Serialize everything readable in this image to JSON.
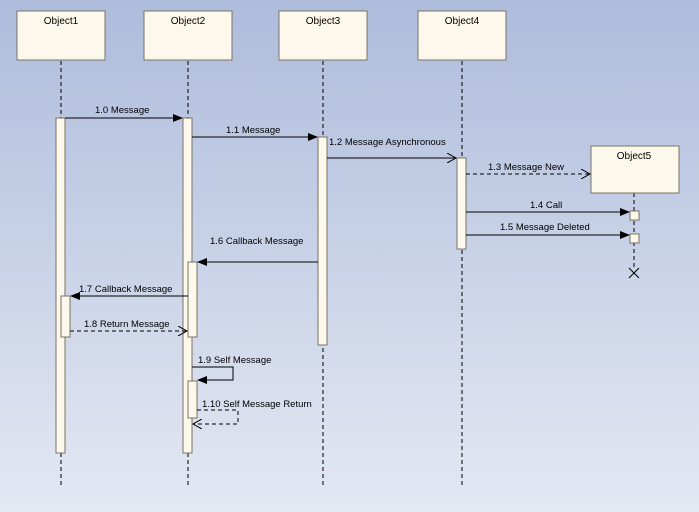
{
  "objects": [
    {
      "name": "Object1"
    },
    {
      "name": "Object2"
    },
    {
      "name": "Object3"
    },
    {
      "name": "Object4"
    },
    {
      "name": "Object5"
    }
  ],
  "messages": [
    {
      "label": "1.0 Message"
    },
    {
      "label": "1.1 Message"
    },
    {
      "label": "1.2 Message Asynchronous"
    },
    {
      "label": "1.3 Message New"
    },
    {
      "label": "1.4 Call"
    },
    {
      "label": "1.5 Message Deleted"
    },
    {
      "label": "1.6 Callback Message"
    },
    {
      "label": "1.7 Callback Message"
    },
    {
      "label": "1.8 Return Message"
    },
    {
      "label": "1.9 Self Message"
    },
    {
      "label": "1.10 Self Message Return"
    }
  ],
  "colors": {
    "box_fill": "#fdf8ec",
    "box_border": "#7a7366",
    "line": "#000000"
  }
}
